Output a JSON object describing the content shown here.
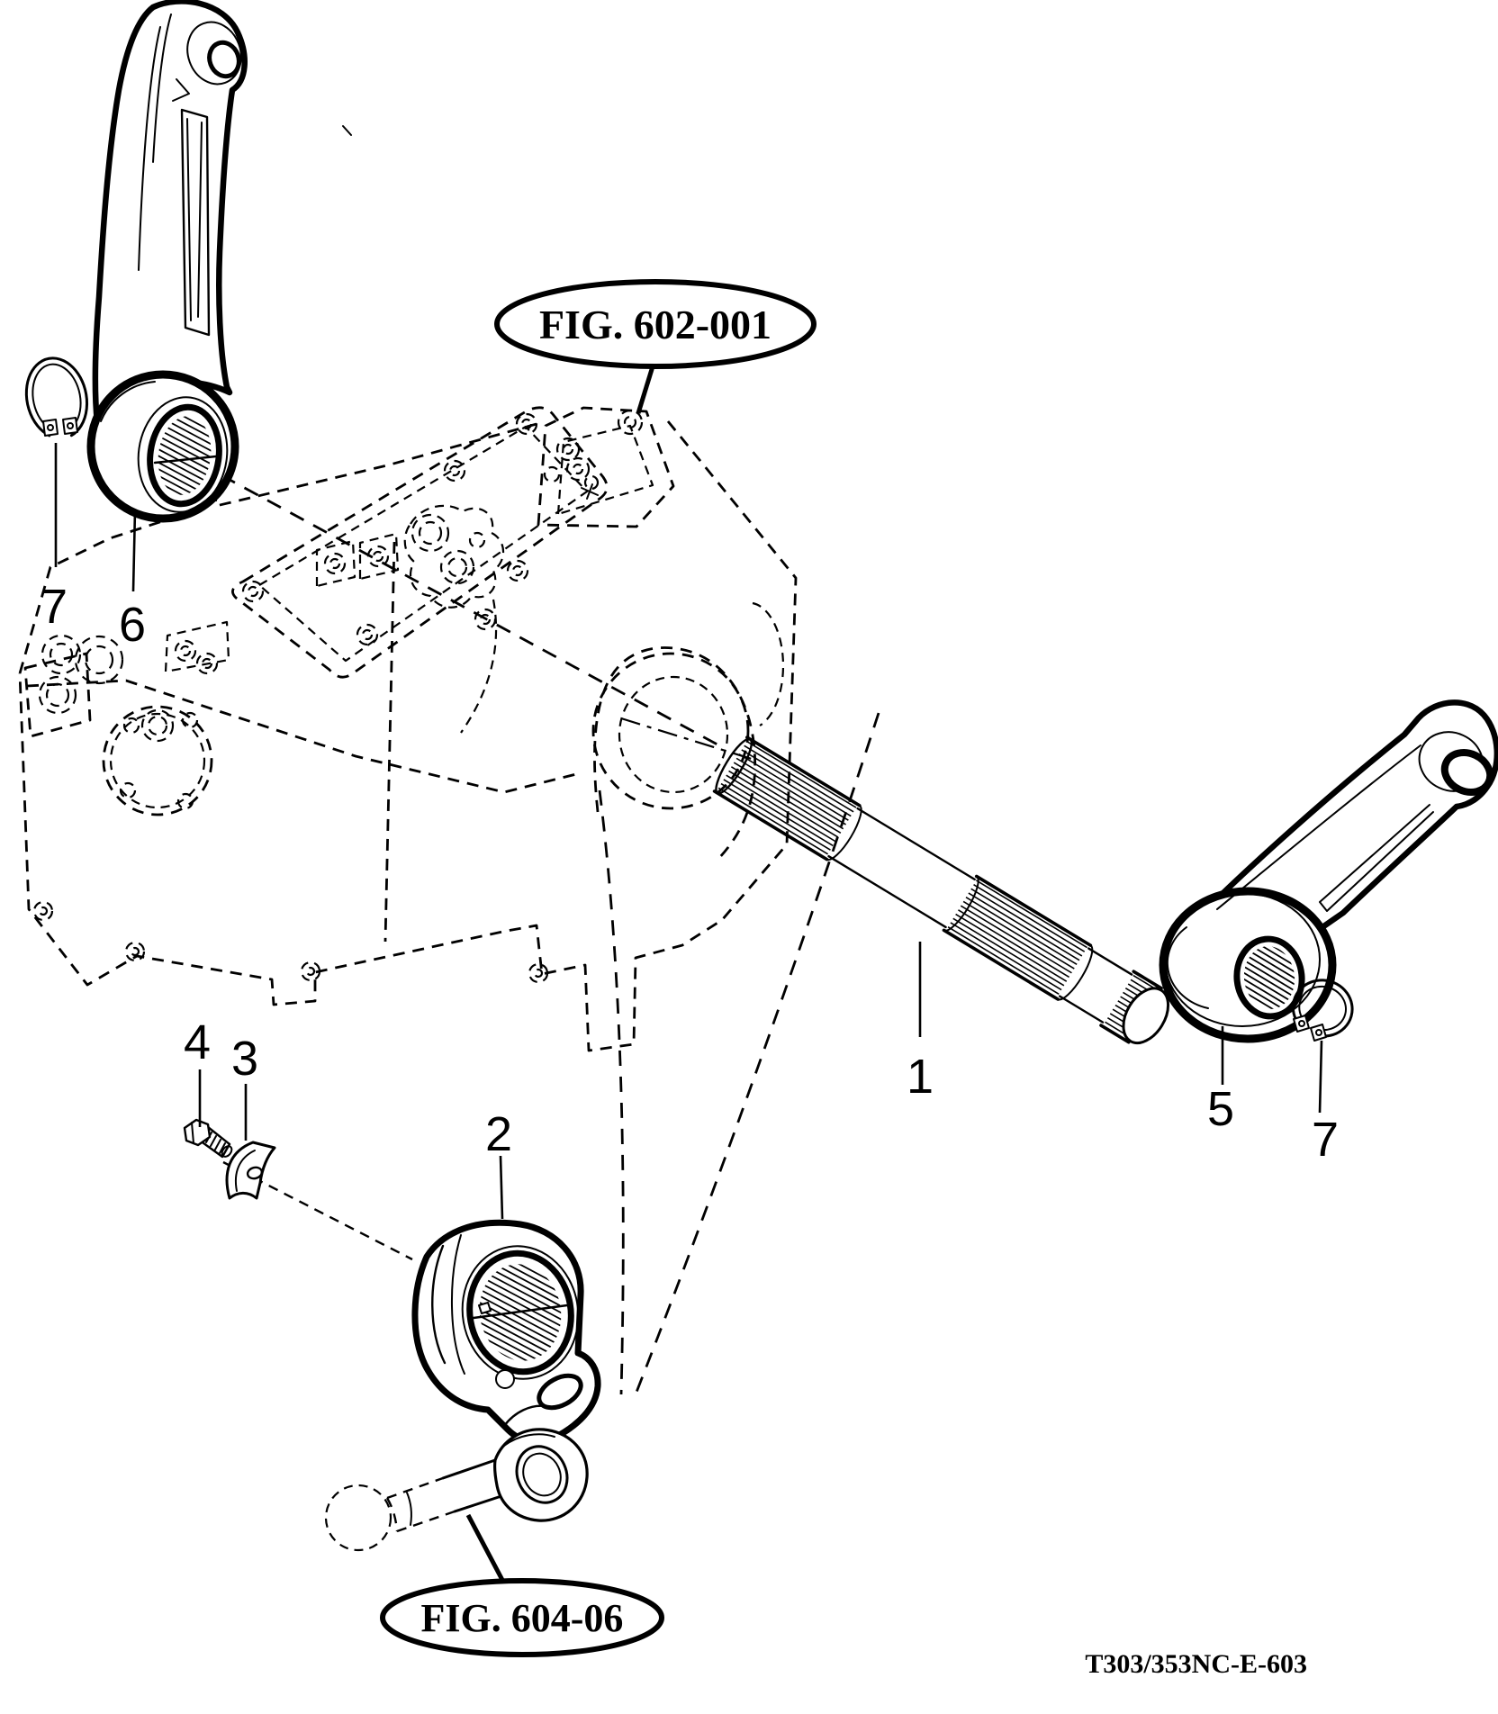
{
  "diagram": {
    "colors": {
      "line": "#000000",
      "background": "#ffffff"
    },
    "doc_code": "T303/353NC-E-603",
    "figure_refs": {
      "top": "FIG. 602-001",
      "bottom": "FIG. 604-06"
    },
    "callouts": {
      "shaft": "1",
      "yoke_clamp": "2",
      "lock_plate": "3",
      "bolt": "4",
      "lift_arm_right": "5",
      "lift_arm_left": "6",
      "snap_ring_left": "7",
      "snap_ring_right": "7"
    }
  }
}
